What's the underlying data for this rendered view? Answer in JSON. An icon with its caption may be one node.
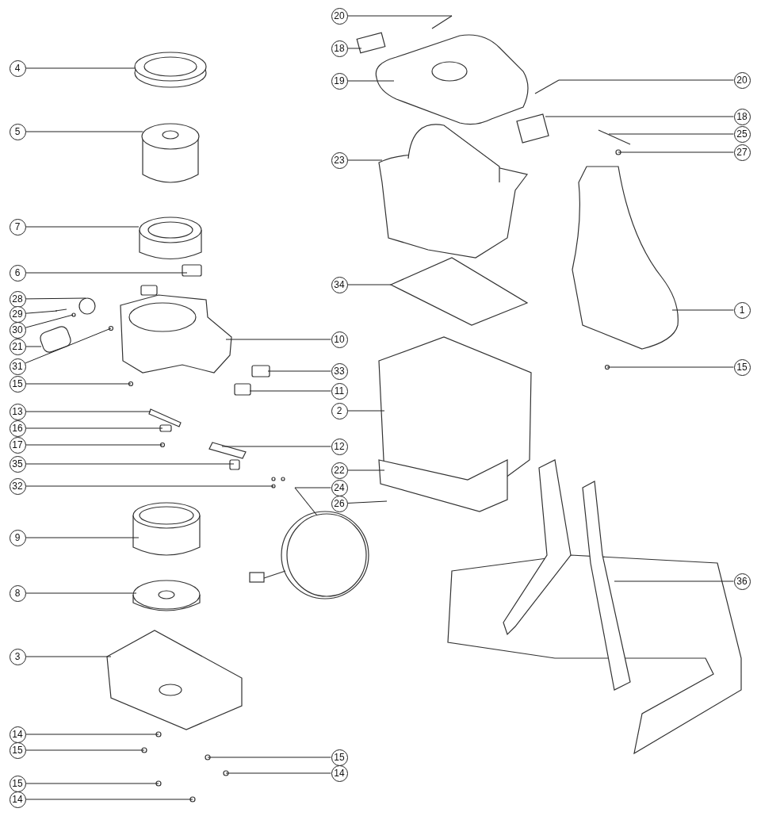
{
  "diagram": {
    "nodes": [
      {
        "text": [
          "20"
        ]
      },
      {
        "text": [
          "18"
        ]
      },
      {
        "text": [
          "4"
        ]
      },
      {
        "text": [
          "19"
        ]
      },
      {
        "text": [
          "20"
        ]
      },
      {
        "text": [
          "18"
        ]
      },
      {
        "text": [
          "5"
        ]
      },
      {
        "text": [
          "25"
        ]
      },
      {
        "text": [
          "27"
        ]
      },
      {
        "text": [
          "23"
        ]
      },
      {
        "text": [
          "7"
        ]
      },
      {
        "text": [
          "6"
        ]
      },
      {
        "text": [
          "34"
        ]
      },
      {
        "text": [
          "28"
        ]
      },
      {
        "text": [
          "1"
        ]
      },
      {
        "text": [
          "29"
        ]
      },
      {
        "text": [
          "30"
        ]
      },
      {
        "text": [
          "10"
        ]
      },
      {
        "text": [
          "21"
        ]
      },
      {
        "text": [
          "31"
        ]
      },
      {
        "text": [
          "15"
        ]
      },
      {
        "text": [
          "33"
        ]
      },
      {
        "text": [
          "15"
        ]
      },
      {
        "text": [
          "11"
        ]
      },
      {
        "text": [
          "2"
        ]
      },
      {
        "text": [
          "13"
        ]
      },
      {
        "text": [
          "16"
        ]
      },
      {
        "text": [
          "17"
        ]
      },
      {
        "text": [
          "12"
        ]
      },
      {
        "text": [
          "35"
        ]
      },
      {
        "text": [
          "22"
        ]
      },
      {
        "text": [
          "32"
        ]
      },
      {
        "text": [
          "24"
        ]
      },
      {
        "text": [
          "26"
        ]
      },
      {
        "text": [
          "9"
        ]
      },
      {
        "text": [
          "36"
        ]
      },
      {
        "text": [
          "8"
        ]
      },
      {
        "text": [
          "3"
        ]
      },
      {
        "text": [
          "14"
        ]
      },
      {
        "text": [
          "15"
        ]
      },
      {
        "text": [
          "15"
        ]
      },
      {
        "text": [
          "14"
        ]
      },
      {
        "text": [
          "15"
        ]
      },
      {
        "text": [
          "14"
        ]
      }
    ],
    "edges": [
      {
        "from": 0,
        "to": null,
        "arrow": "none"
      },
      {
        "from": 1,
        "to": null,
        "arrow": "none"
      },
      {
        "from": 2,
        "to": null,
        "arrow": "none"
      },
      {
        "from": 3,
        "to": null,
        "arrow": "none"
      },
      {
        "from": 4,
        "to": null,
        "arrow": "none"
      },
      {
        "from": 5,
        "to": null,
        "arrow": "none"
      },
      {
        "from": 6,
        "to": null,
        "arrow": "none"
      },
      {
        "from": 7,
        "to": null,
        "arrow": "none"
      },
      {
        "from": 8,
        "to": null,
        "arrow": "none"
      },
      {
        "from": 9,
        "to": null,
        "arrow": "none"
      },
      {
        "from": 10,
        "to": null,
        "arrow": "none"
      },
      {
        "from": 11,
        "to": null,
        "arrow": "none"
      },
      {
        "from": 12,
        "to": null,
        "arrow": "none"
      },
      {
        "from": 13,
        "to": null,
        "arrow": "none"
      },
      {
        "from": 14,
        "to": null,
        "arrow": "none"
      },
      {
        "from": 15,
        "to": null,
        "arrow": "none"
      },
      {
        "from": 16,
        "to": null,
        "arrow": "none"
      },
      {
        "from": 17,
        "to": null,
        "arrow": "none"
      },
      {
        "from": 18,
        "to": null,
        "arrow": "none"
      },
      {
        "from": 19,
        "to": null,
        "arrow": "none"
      },
      {
        "from": 20,
        "to": null,
        "arrow": "none"
      },
      {
        "from": 21,
        "to": null,
        "arrow": "none"
      },
      {
        "from": 22,
        "to": null,
        "arrow": "none"
      },
      {
        "from": 23,
        "to": null,
        "arrow": "none"
      },
      {
        "from": 24,
        "to": null,
        "arrow": "none"
      },
      {
        "from": 25,
        "to": null,
        "arrow": "none"
      },
      {
        "from": 26,
        "to": null,
        "arrow": "none"
      },
      {
        "from": 27,
        "to": null,
        "arrow": "none"
      },
      {
        "from": 28,
        "to": null,
        "arrow": "none"
      },
      {
        "from": 29,
        "to": null,
        "arrow": "none"
      },
      {
        "from": 30,
        "to": null,
        "arrow": "none"
      },
      {
        "from": 31,
        "to": null,
        "arrow": "none"
      },
      {
        "from": 32,
        "to": null,
        "arrow": "none"
      },
      {
        "from": 33,
        "to": null,
        "arrow": "none"
      },
      {
        "from": 34,
        "to": null,
        "arrow": "none"
      },
      {
        "from": 35,
        "to": null,
        "arrow": "none"
      },
      {
        "from": 36,
        "to": null,
        "arrow": "none"
      },
      {
        "from": 37,
        "to": null,
        "arrow": "none"
      },
      {
        "from": 38,
        "to": null,
        "arrow": "none"
      },
      {
        "from": 39,
        "to": null,
        "arrow": "none"
      },
      {
        "from": 40,
        "to": null,
        "arrow": "none"
      },
      {
        "from": 41,
        "to": null,
        "arrow": "none"
      },
      {
        "from": 42,
        "to": null,
        "arrow": "none"
      },
      {
        "from": 43,
        "to": null,
        "arrow": "none"
      }
    ]
  }
}
